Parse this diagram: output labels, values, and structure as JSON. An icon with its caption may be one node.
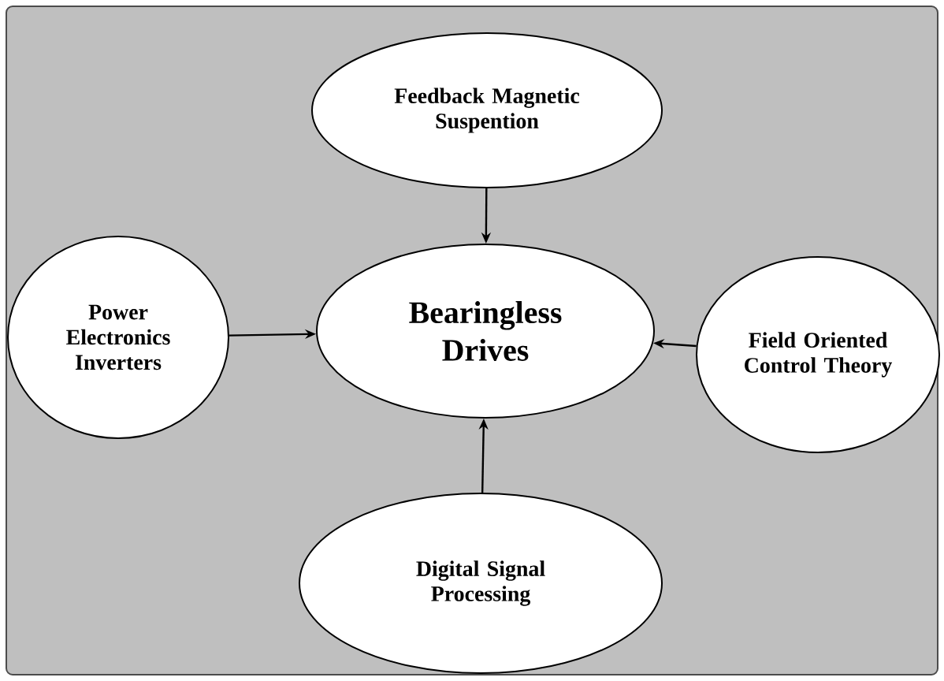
{
  "diagram": {
    "nodes": [
      {
        "text": [
          "Feedback Magnetic Suspention"
        ]
      },
      {
        "text": [
          "Power Electronics Inverters"
        ]
      },
      {
        "text": [
          "Bearingless Drives"
        ]
      },
      {
        "text": [
          "Field Oriented Control Theory"
        ]
      },
      {
        "text": [
          "Digital Signal Processing"
        ]
      }
    ],
    "edges": [
      {
        "from": 0,
        "to": 2,
        "arrow": "to"
      },
      {
        "from": 1,
        "to": 2,
        "arrow": "to"
      },
      {
        "from": 3,
        "to": 2,
        "arrow": "to"
      },
      {
        "from": 4,
        "to": 2,
        "arrow": "to"
      }
    ]
  }
}
